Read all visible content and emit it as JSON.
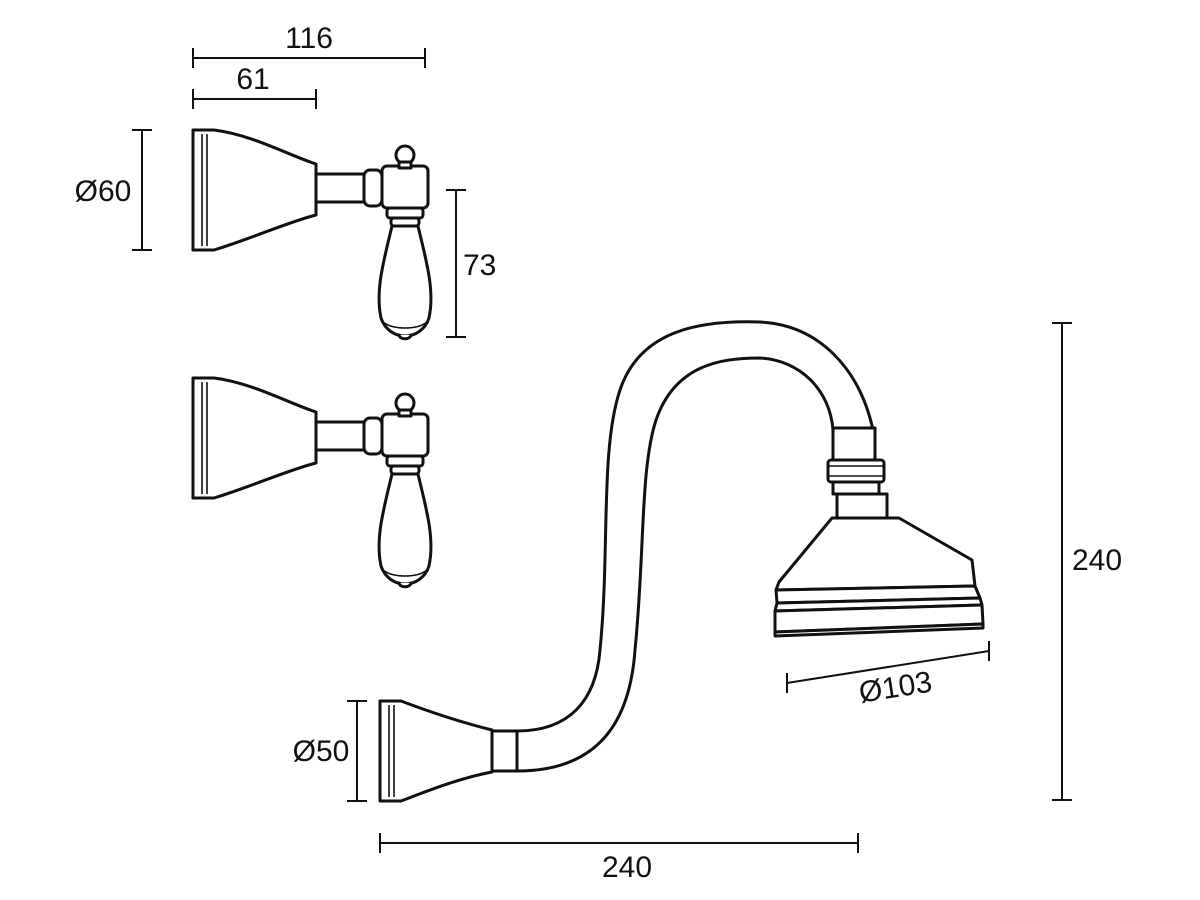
{
  "dimensions": {
    "overall_width_valve": "116",
    "flange_to_spindle": "61",
    "valve_flange_diameter": "Ø60",
    "handle_height": "73",
    "arm_flange_diameter": "Ø50",
    "arm_projection": "240",
    "arm_height": "240",
    "head_diameter": "Ø103"
  }
}
